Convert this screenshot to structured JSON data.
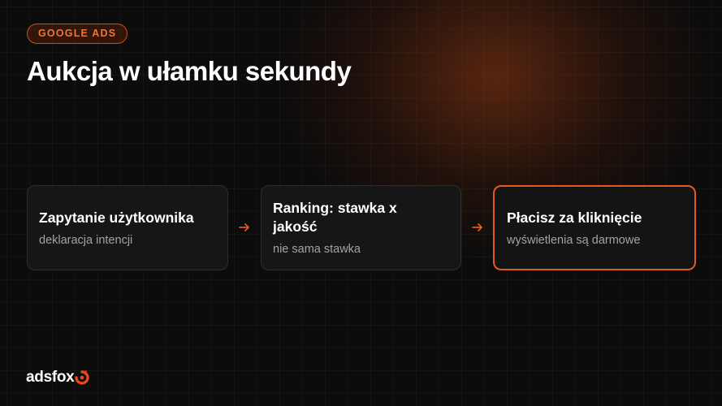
{
  "header": {
    "badge": "GOOGLE ADS",
    "title": "Aukcja w ułamku sekundy"
  },
  "steps": [
    {
      "title": "Zapytanie użytkownika",
      "subtitle": "deklaracja intencji",
      "highlighted": false
    },
    {
      "title": "Ranking: stawka x jakość",
      "subtitle": "nie sama stawka",
      "highlighted": false
    },
    {
      "title": "Płacisz za kliknięcie",
      "subtitle": "wyświetlenia są darmowe",
      "highlighted": true
    }
  ],
  "connectors": [
    "arrow-right-icon",
    "arrow-right-icon"
  ],
  "brand": {
    "logo_text": "adsfox",
    "logo_icon": "fox-swirl-icon"
  },
  "colors": {
    "accent": "#e05a22",
    "background": "#0c0c0c",
    "card": "#161616",
    "text": "#ffffff",
    "muted": "#a3a3a3"
  }
}
